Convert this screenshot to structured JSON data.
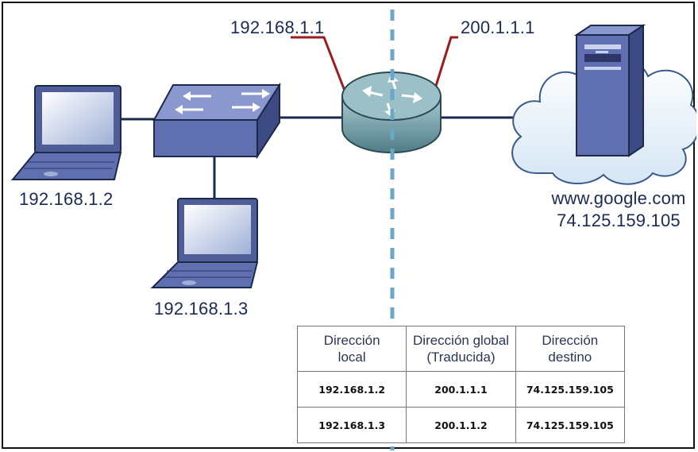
{
  "labels": {
    "router_lan_ip": "192.168.1.1",
    "router_wan_ip": "200.1.1.1",
    "laptop1_ip": "192.168.1.2",
    "laptop2_ip": "192.168.1.3",
    "server_host": "www.google.com",
    "server_ip": "74.125.159.105"
  },
  "nat_table": {
    "headers": [
      {
        "line1": "Dirección",
        "line2": "local"
      },
      {
        "line1": "Dirección global",
        "line2": "(Traducida)"
      },
      {
        "line1": "Dirección",
        "line2": "destino"
      }
    ],
    "rows": [
      [
        "192.168.1.2",
        "200.1.1.1",
        "74.125.159.105"
      ],
      [
        "192.168.1.3",
        "200.1.1.2",
        "74.125.159.105"
      ]
    ]
  },
  "colors": {
    "cable": "#1b2a4a",
    "ip_pointer": "#9b1c1c",
    "boundary": "#6aa6c8",
    "device": "#5f6fb0",
    "router": "#7aa7b0",
    "cloud": "#e8f2fa",
    "label": "#1b2a52"
  },
  "icons": [
    "laptop-icon",
    "switch-icon",
    "router-icon",
    "cloud-icon",
    "server-icon"
  ]
}
